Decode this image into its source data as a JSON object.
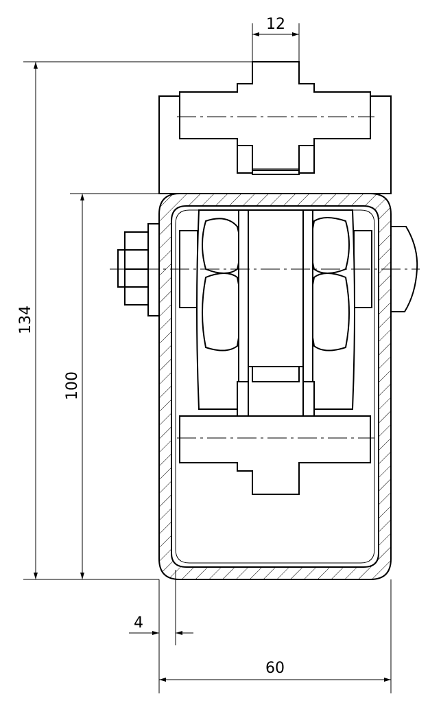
{
  "drawing": {
    "dimensions": {
      "overall_height": "134",
      "inner_height": "100",
      "top_width": "12",
      "bottom_width": "60",
      "wall_thickness": "4"
    }
  }
}
